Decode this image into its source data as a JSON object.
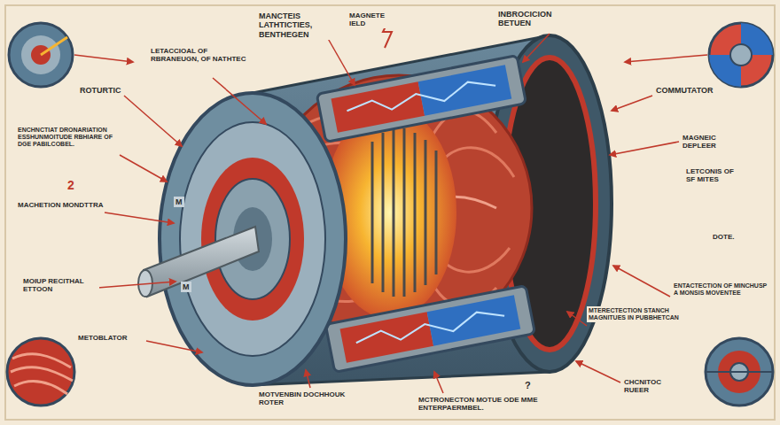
{
  "diagram": {
    "labels": [
      "MANCTEIS LATHTICTIES, BENTHEGEN",
      "MAGNETE IELD",
      "INBROCICION BETUEN",
      "LETACCIOAL OF RBRANEUGN, OF NATHTEC",
      "ROTURTIC",
      "COMMUTATOR",
      "MAGNEIC DEPLEER",
      "LETCONIS OF SF MITES",
      "ENCHNCTIAT DRONARIATION ESSHUNMOITUDE RBHIARE OF DGE PABILCOBEL.",
      "2",
      "MACHETION MONDTTRA",
      "MOIUP RECITHAL ETTOON",
      "DOTE.",
      "ENTACTECTION OF MINCHUSP A MONSIS MOVENTEE",
      "METOBLATOR",
      "MTERECTECTION STANCH MAGNITUES IN PUBBHETCAN",
      "?",
      "CHCNITOC RUEER",
      "MOTVENBIN DOCHHOUK ROTER",
      "MCTRONECTON MOTUE ODE MME ENTERPAERMBEL.",
      "M",
      "M"
    ]
  }
}
